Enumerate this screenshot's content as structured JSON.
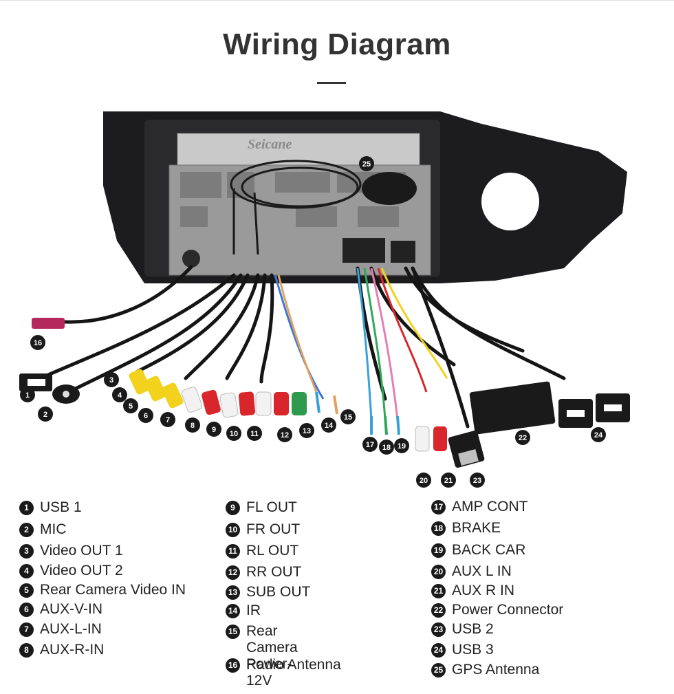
{
  "title": "Wiring Diagram",
  "brand": "Seicane",
  "colors": {
    "badge": "#1a1a1a",
    "frame": "#1c1c1e",
    "unit": "#9a9a9a",
    "rca_yellow": "#f2d21c",
    "rca_red": "#d8262c",
    "rca_white": "#f2f2f2",
    "rca_green": "#2f9a4e",
    "connector_pink": "#b4285e"
  },
  "callouts": {
    "c1": "1",
    "c2": "2",
    "c3": "3",
    "c4": "4",
    "c5": "5",
    "c6": "6",
    "c7": "7",
    "c8": "8",
    "c9": "9",
    "c10": "10",
    "c11": "11",
    "c12": "12",
    "c13": "13",
    "c14": "14",
    "c15": "15",
    "c16": "16",
    "c17": "17",
    "c18": "18",
    "c19": "19",
    "c20": "20",
    "c21": "21",
    "c22": "22",
    "c23": "23",
    "c24": "24",
    "c25": "25"
  },
  "legend": {
    "col1": [
      {
        "num": "1",
        "label": "USB 1"
      },
      {
        "num": "2",
        "label": "MIC"
      },
      {
        "num": "3",
        "label": "Video OUT 1"
      },
      {
        "num": "4",
        "label": "Video OUT 2"
      },
      {
        "num": "5",
        "label": "Rear Camera Video IN"
      },
      {
        "num": "6",
        "label": "AUX-V-IN"
      },
      {
        "num": "7",
        "label": "AUX-L-IN"
      },
      {
        "num": "8",
        "label": "AUX-R-IN"
      }
    ],
    "col2": [
      {
        "num": "9",
        "label": "FL OUT"
      },
      {
        "num": "10",
        "label": "FR OUT"
      },
      {
        "num": "11",
        "label": "RL OUT"
      },
      {
        "num": "12",
        "label": "RR OUT"
      },
      {
        "num": "13",
        "label": "SUB OUT"
      },
      {
        "num": "14",
        "label": "IR"
      },
      {
        "num": "15",
        "label": "Rear Camera\nPower-12V"
      },
      {
        "num": "16",
        "label": "Radio Antenna"
      }
    ],
    "col3": [
      {
        "num": "17",
        "label": "AMP CONT"
      },
      {
        "num": "18",
        "label": "BRAKE"
      },
      {
        "num": "19",
        "label": "BACK CAR"
      },
      {
        "num": "20",
        "label": "AUX L IN"
      },
      {
        "num": "21",
        "label": "AUX R IN"
      },
      {
        "num": "22",
        "label": "Power Connector"
      },
      {
        "num": "23",
        "label": "USB 2"
      },
      {
        "num": "24",
        "label": "USB 3"
      },
      {
        "num": "25",
        "label": "GPS Antenna"
      }
    ]
  }
}
